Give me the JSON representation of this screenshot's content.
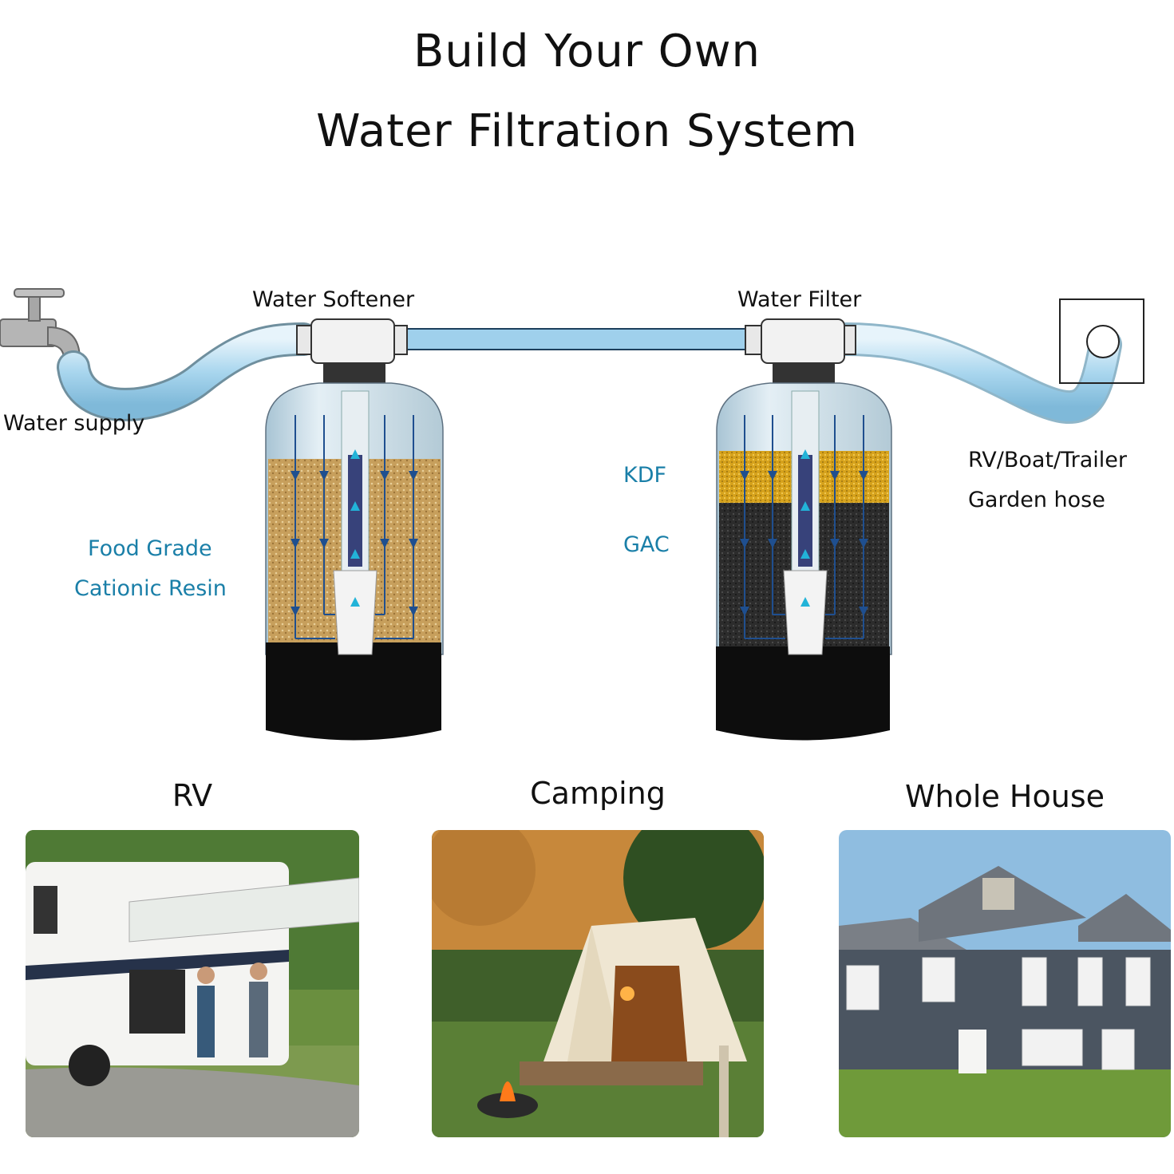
{
  "title": {
    "line1": "Build Your Own",
    "line2": "Water Filtration System"
  },
  "labels": {
    "water_supply": "Water supply",
    "water_softener": "Water Softener",
    "water_filter": "Water Filter",
    "outlet_line1": "RV/Boat/Trailer",
    "outlet_line2": "Garden hose",
    "softener_media_line1": "Food Grade",
    "softener_media_line2": "Cationic Resin",
    "filter_media_top": "KDF",
    "filter_media_bottom": "GAC"
  },
  "applications": [
    {
      "label": "RV",
      "icon": "rv-photo"
    },
    {
      "label": "Camping",
      "icon": "camping-tent-photo"
    },
    {
      "label": "Whole House",
      "icon": "house-photo"
    }
  ],
  "colors": {
    "label_blue": "#1a7fa8",
    "flow_arrow": "#1f4f8f",
    "resin": "#c9a15a",
    "kdf": "#d9a81e",
    "gac": "#2b2b2b",
    "water": "#bfe3f5",
    "tank_base": "#0d0d0d"
  }
}
